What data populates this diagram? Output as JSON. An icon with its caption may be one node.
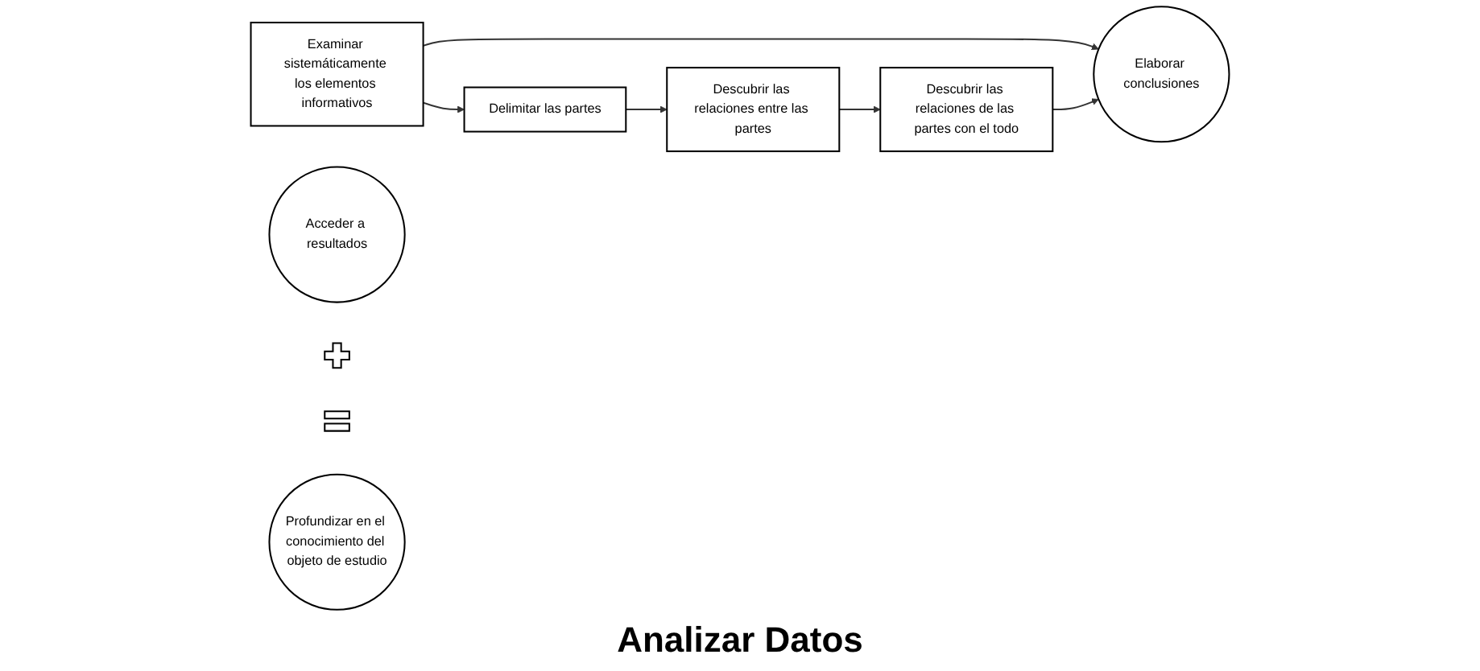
{
  "diagram": {
    "caption": "Analizar Datos",
    "nodes": [
      {
        "text": [
          "Examinar sistemáticamente los elementos informativos"
        ]
      },
      {
        "text": [
          "Delimitar las partes"
        ]
      },
      {
        "text": [
          "Descubrir las relaciones entre las partes"
        ]
      },
      {
        "text": [
          "Descubrir las relaciones de las partes con el todo"
        ]
      },
      {
        "text": [
          "Acceder a resultados"
        ]
      },
      {
        "text": [],
        "shape": "plus"
      },
      {
        "text": [
          "Elaborar conclusiones"
        ]
      },
      {
        "text": [],
        "shape": "equals"
      },
      {
        "text": [
          "Profundizar en el conocimiento del objeto de estudio"
        ]
      }
    ],
    "edges": [
      {
        "from": 0,
        "to": 1,
        "arrow": "to"
      },
      {
        "from": 1,
        "to": 2,
        "arrow": "to"
      },
      {
        "from": 2,
        "to": 3,
        "arrow": "to"
      },
      {
        "from": 0,
        "to": 6,
        "arrow": "to"
      },
      {
        "from": 3,
        "to": 6,
        "arrow": "to"
      }
    ]
  }
}
